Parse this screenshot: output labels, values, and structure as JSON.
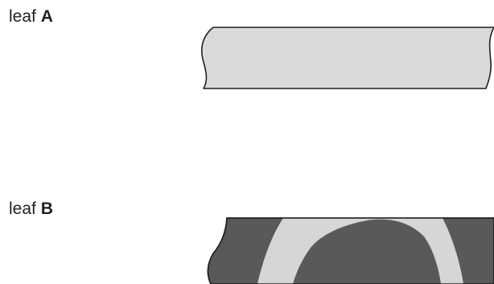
{
  "leaves": [
    {
      "prefix": "leaf ",
      "letter": "A",
      "fill_color": "#dadada",
      "outline_color": "#231f20"
    },
    {
      "prefix": "leaf ",
      "letter": "B",
      "fill_color": "#58595b",
      "pattern_color": "#d6d6d6",
      "outline_color": "#231f20"
    }
  ]
}
